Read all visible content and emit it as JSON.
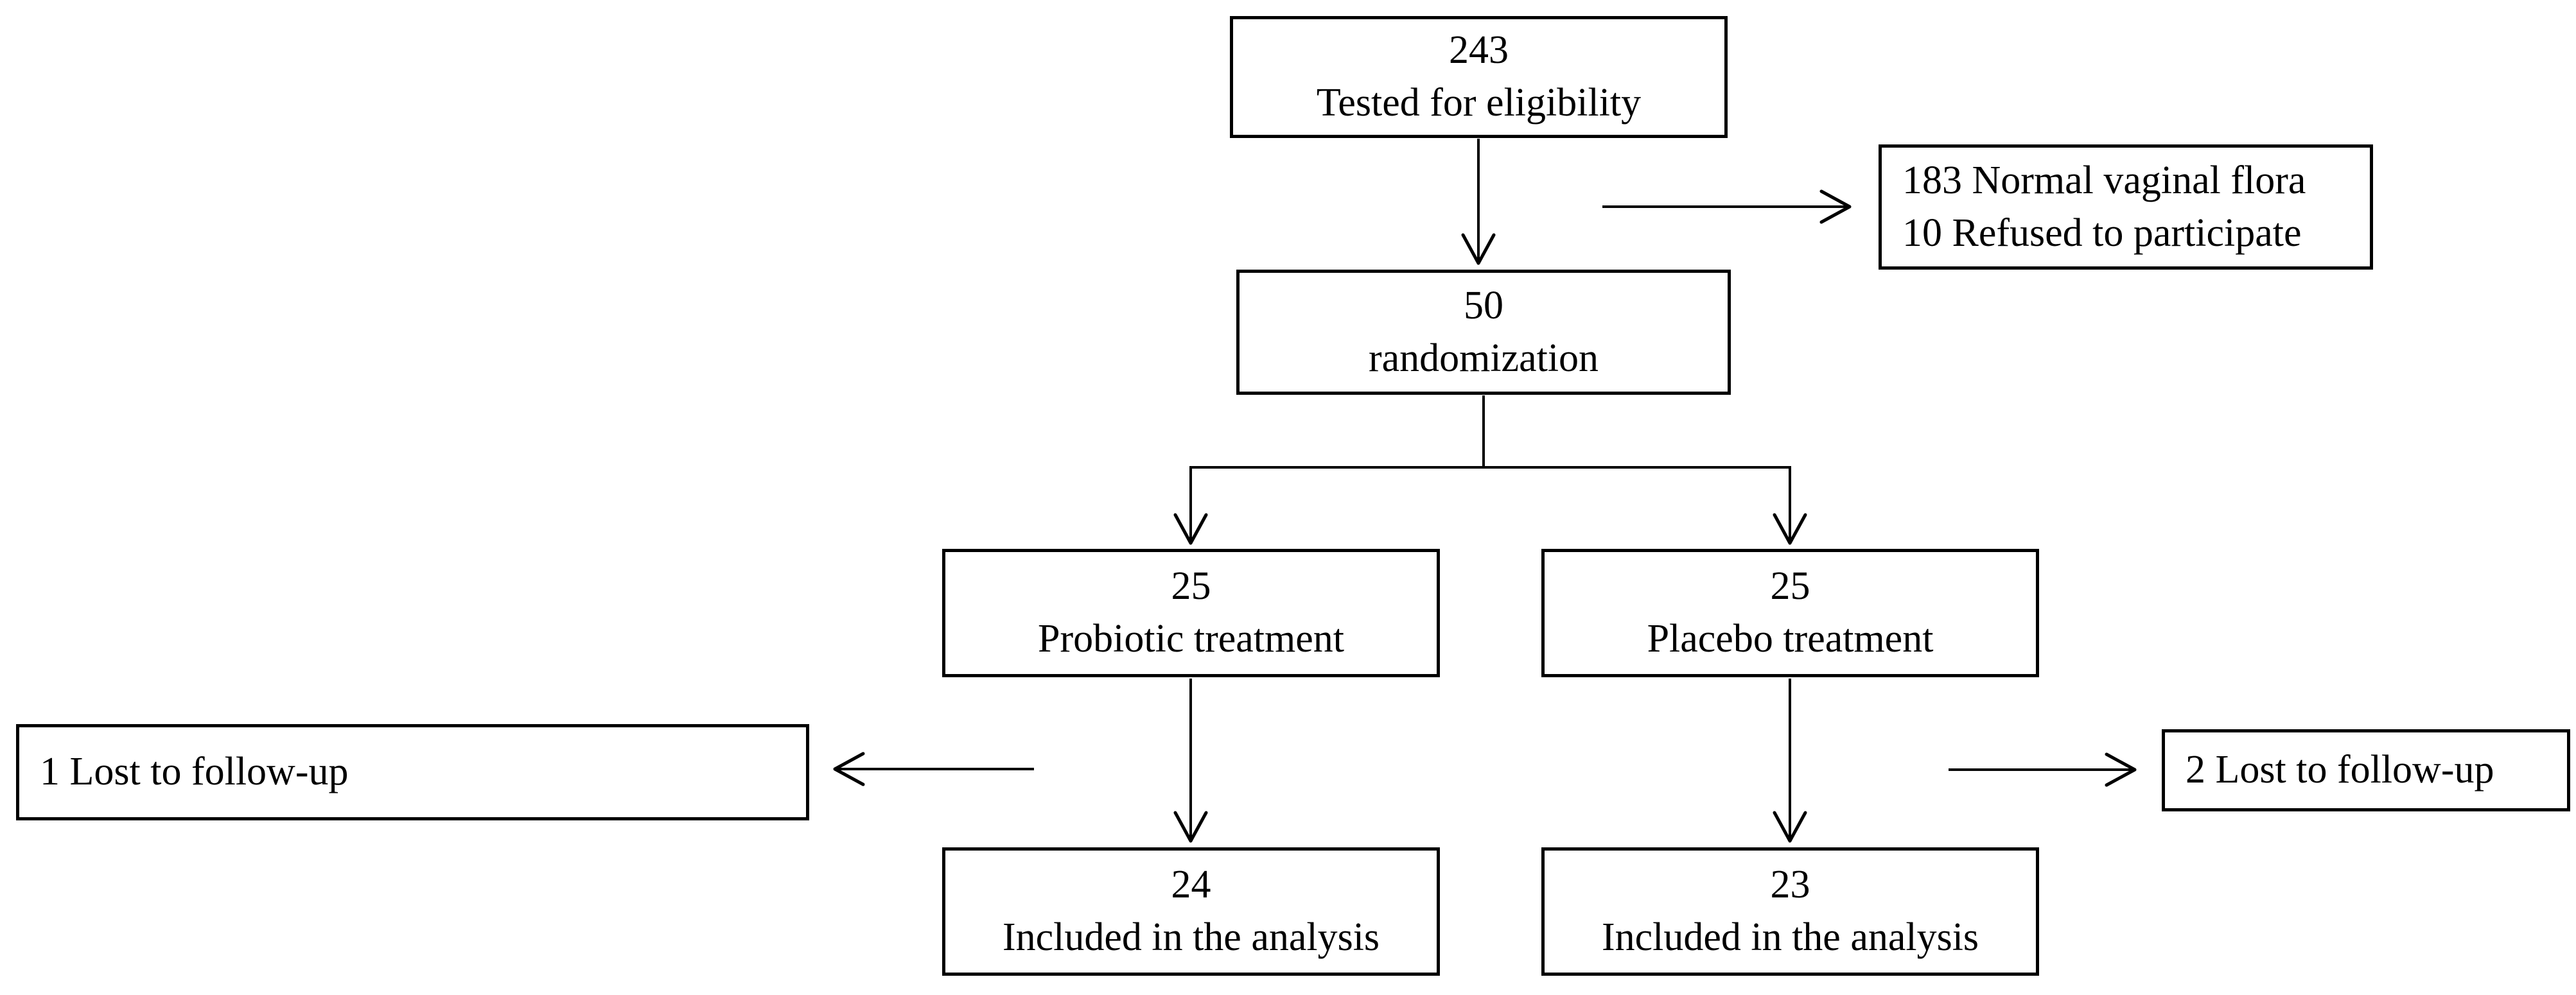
{
  "diagram": {
    "type": "flowchart",
    "background": "#ffffff",
    "colors": {
      "box_border": "#000000",
      "box_fill": "#ffffff",
      "line": "#000000",
      "text": "#000000"
    },
    "nodes": {
      "eligibility": {
        "count": "243",
        "label": "Tested for eligibility"
      },
      "excluded": {
        "lines": [
          "183 Normal vaginal flora",
          "10 Refused to participate"
        ]
      },
      "randomization": {
        "count": "50",
        "label": "randomization"
      },
      "probiotic": {
        "count": "25",
        "label": "Probiotic treatment"
      },
      "placebo": {
        "count": "25",
        "label": "Placebo treatment"
      },
      "lost_left": {
        "label": "1 Lost to follow-up"
      },
      "lost_right": {
        "label": "2 Lost to follow-up"
      },
      "analysis_left": {
        "count": "24",
        "label": "Included in the analysis"
      },
      "analysis_right": {
        "count": "23",
        "label": "Included in the analysis"
      }
    },
    "edges": [
      {
        "from": "eligibility",
        "to": "randomization",
        "type": "arrow"
      },
      {
        "from": "eligibility",
        "to": "excluded",
        "type": "arrow"
      },
      {
        "from": "randomization",
        "to": "probiotic",
        "type": "arrow"
      },
      {
        "from": "randomization",
        "to": "placebo",
        "type": "arrow"
      },
      {
        "from": "probiotic",
        "to": "lost_left",
        "type": "arrow"
      },
      {
        "from": "probiotic",
        "to": "analysis_left",
        "type": "arrow"
      },
      {
        "from": "placebo",
        "to": "lost_right",
        "type": "arrow"
      },
      {
        "from": "placebo",
        "to": "analysis_right",
        "type": "arrow"
      }
    ]
  }
}
